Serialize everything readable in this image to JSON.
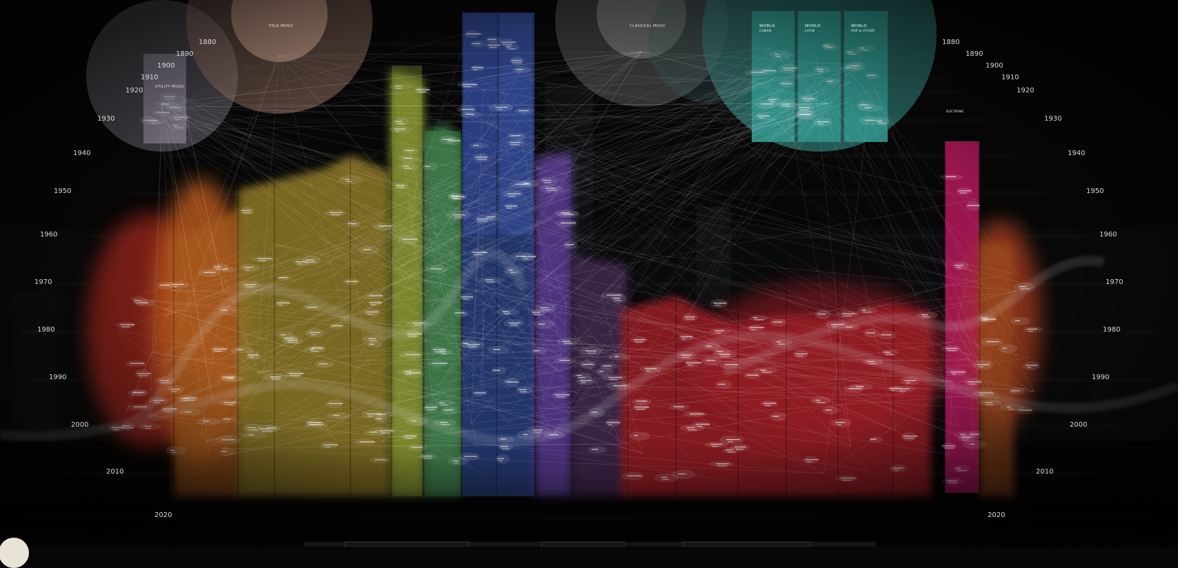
{
  "years_left": [
    "1880",
    "1890",
    "1900",
    "1910",
    "1920",
    "1930",
    "1940",
    "1950",
    "1960",
    "1970",
    "1980",
    "1990",
    "2000",
    "2010",
    "2020"
  ],
  "years_right": [
    "1880",
    "1890",
    "1900",
    "1910",
    "1920",
    "1930",
    "1940",
    "1950",
    "1960",
    "1970",
    "1980",
    "1990",
    "2000",
    "2010",
    "2020"
  ],
  "circles": {
    "folk": {
      "title": "FOLK MUSIC",
      "color": "#b89383"
    },
    "utility": {
      "title": "UTILITY MUSIC",
      "color": "#8b8290"
    },
    "classical": {
      "title": "CLASSICAL MUSIC",
      "color": "#6f6f6f"
    },
    "world": {
      "color": "#2d7a74"
    }
  },
  "world_columns": [
    {
      "title": "WORLD",
      "sub": "CUBAN"
    },
    {
      "title": "WORLD",
      "sub": "LATIN"
    },
    {
      "title": "WORLD",
      "sub": "POP & OTHER"
    }
  ],
  "electronic_label": "ELECTRONIC",
  "colors": {
    "orange": "#b2561c",
    "red_left": "#a4281c",
    "ochre": "#a68627",
    "olive": "#868c2b",
    "green": "#3e7a47",
    "blue": "#2a3f84",
    "purple": "#5a3a8e",
    "crimson": "#931c26",
    "magenta": "#a8175a",
    "teal": "#2d8a82"
  }
}
